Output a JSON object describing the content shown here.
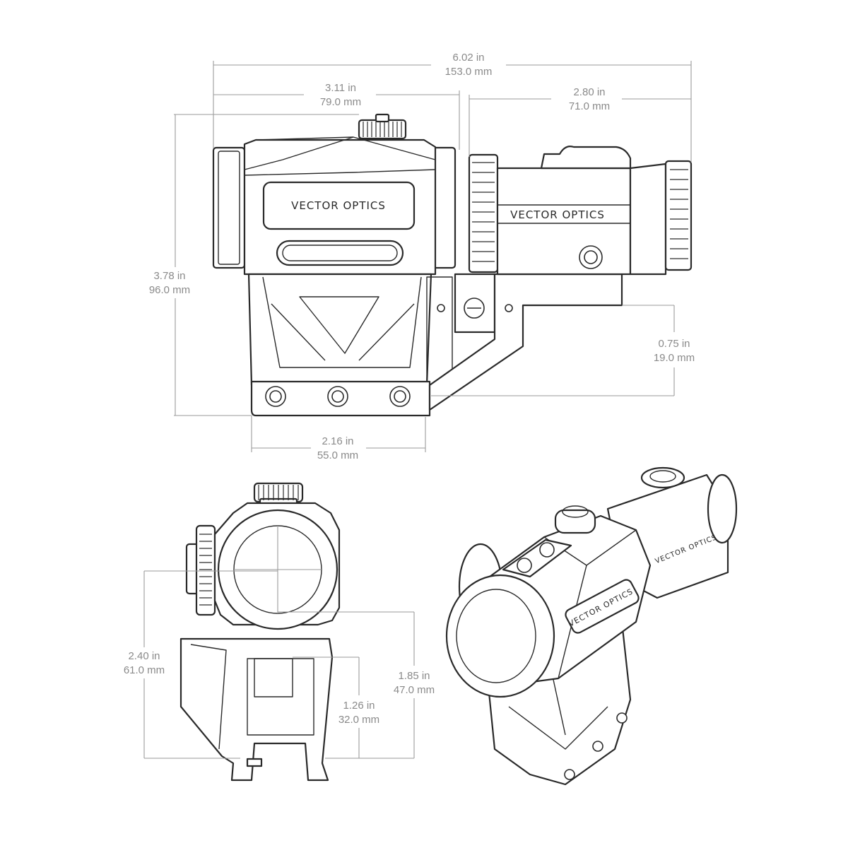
{
  "brand": {
    "logo_text": "VECTOR OPTICS"
  },
  "dimensions": [
    {
      "id": "overall-length",
      "imperial": "6.02 in",
      "metric": "153.0 mm"
    },
    {
      "id": "red-dot-length",
      "imperial": "3.11 in",
      "metric": "79.0 mm"
    },
    {
      "id": "magnifier-length",
      "imperial": "2.80 in",
      "metric": "71.0 mm"
    },
    {
      "id": "overall-height",
      "imperial": "3.78 in",
      "metric": "96.0 mm"
    },
    {
      "id": "flip-mount-height",
      "imperial": "0.75 in",
      "metric": "19.0 mm"
    },
    {
      "id": "mount-base-width",
      "imperial": "2.16 in",
      "metric": "55.0 mm"
    },
    {
      "id": "optical-axis-height-total",
      "imperial": "2.40 in",
      "metric": "61.0 mm"
    },
    {
      "id": "optical-axis-height",
      "imperial": "1.85 in",
      "metric": "47.0 mm"
    },
    {
      "id": "mount-window-height",
      "imperial": "1.26 in",
      "metric": "32.0 mm"
    }
  ],
  "colors": {
    "line": "#2a2a2a",
    "dimension": "#9a9a9a",
    "dimension_text": "#8a8a8a"
  }
}
